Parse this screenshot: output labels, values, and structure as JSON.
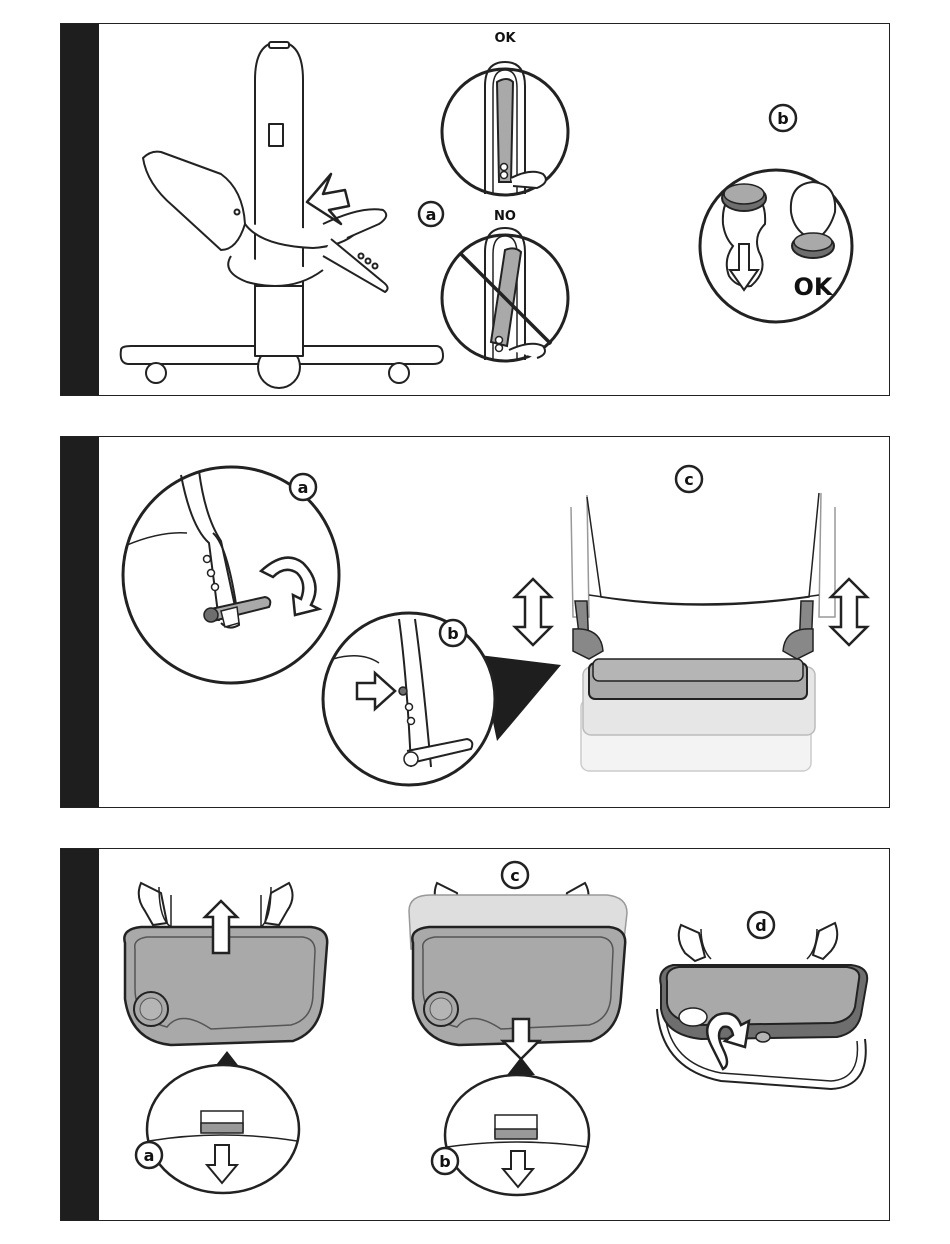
{
  "colors": {
    "frame": "#222222",
    "bar": "#1e1e1e",
    "gray": "#a9a9a9",
    "dark": "#6e6e6e",
    "light": "#d7d7d7"
  },
  "panel1": {
    "ok_label": "OK",
    "no_label": "NO",
    "callout_a": "a",
    "callout_b": "b",
    "ok_badge": "OK"
  },
  "panel2": {
    "callout_a": "a",
    "callout_b": "b",
    "callout_c": "c"
  },
  "panel3": {
    "callout_a": "a",
    "callout_b": "b",
    "callout_c": "c",
    "callout_d": "d"
  }
}
